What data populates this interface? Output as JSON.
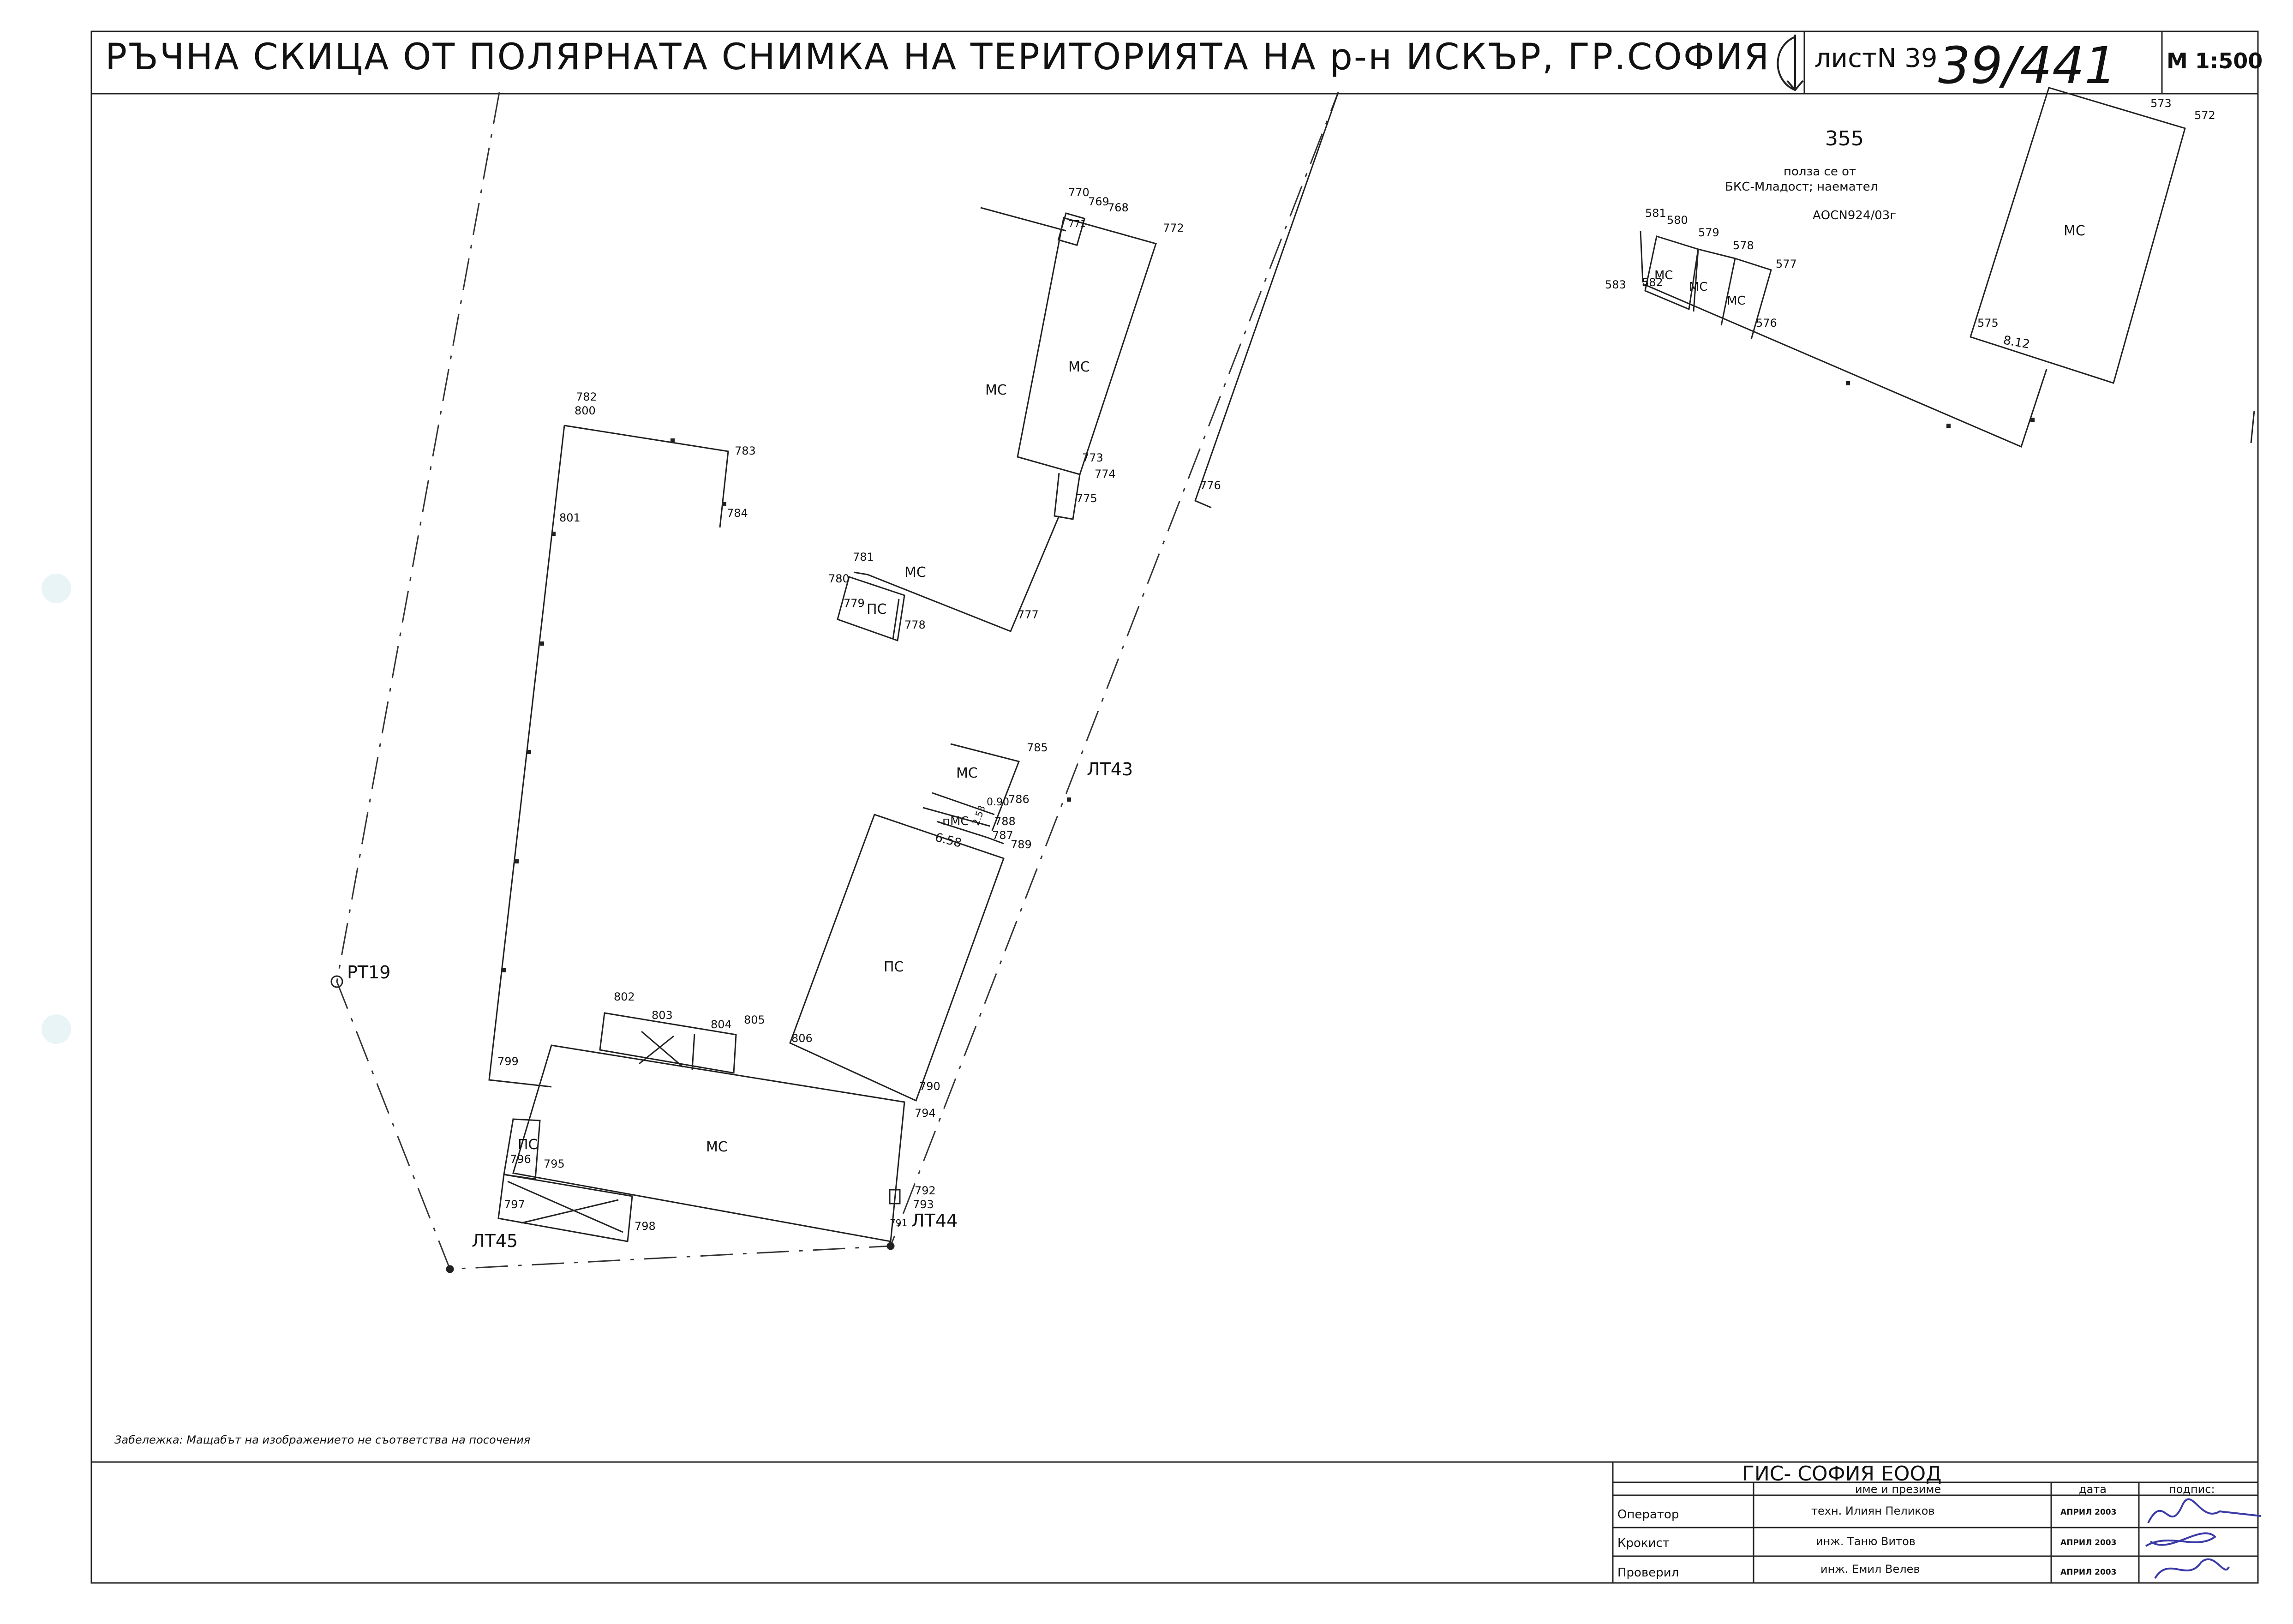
{
  "header": {
    "title": "РЪЧНА СКИЦА ОТ ПОЛЯРНАТА СНИМКА НА ТЕРИТОРИЯТА НА р-н ИСКЪР, ГР.СОФИЯ",
    "sheet_label": "листN 39",
    "sheet_handwritten": "39/441",
    "scale": "M 1:500"
  },
  "note": "Забележка: Мащабът на изображението не съответства на посочения",
  "parcel_355": {
    "number": "355",
    "use_line1": "полза се от",
    "use_line2": "БКС-Младост; наемател",
    "ref": "АОСN924/03г"
  },
  "building_labels": {
    "ms_top": "МС",
    "ms_left": "МС",
    "ms_781": "МС",
    "ps_779": "ПС",
    "ms_785": "МС",
    "pms_788": "пМС",
    "ps_big": "ПС",
    "ms_big": "МС",
    "ps_796": "ПС",
    "ms_582": "МС",
    "ms_579": "МС",
    "ms_578": "МС",
    "ms_right": "МС"
  },
  "points": {
    "p572": "572",
    "p573": "573",
    "p575": "575",
    "p576": "576",
    "p577": "577",
    "p578": "578",
    "p579": "579",
    "p580": "580",
    "p581": "581",
    "p582": "582",
    "p583": "583",
    "p768": "768",
    "p769": "769",
    "p770": "770",
    "p771": "771",
    "p772": "772",
    "p773": "773",
    "p774": "774",
    "p775": "775",
    "p776": "776",
    "p777": "777",
    "p778": "778",
    "p779": "779",
    "p780": "780",
    "p781": "781",
    "p782": "782",
    "p783": "783",
    "p784": "784",
    "p785": "785",
    "p786": "786",
    "p787": "787",
    "p788": "788",
    "p789": "789",
    "p790": "790",
    "p792": "792",
    "p793": "793",
    "p794": "794",
    "p795": "795",
    "p796": "796",
    "p797": "797",
    "p798": "798",
    "p799": "799",
    "p800": "800",
    "p801": "801",
    "p802": "802",
    "p803": "803",
    "p804": "804",
    "p805": "805",
    "p806": "806",
    "p791": "791"
  },
  "control_points": {
    "lt43": "ЛТ43",
    "lt44": "ЛТ44",
    "lt45": "ЛТ45",
    "pt19": "РТ19"
  },
  "dimensions": {
    "d812": "8.12",
    "d658": "6.58",
    "d090": "0.90",
    "d253": "2.53"
  },
  "title_block": {
    "company": "ГИС- СОФИЯ ЕООД",
    "col_name": "име и презиме",
    "col_date": "дата",
    "col_sign": "подпис:",
    "rows": [
      {
        "role": "Оператор",
        "name": "техн. Илиян Пеликов",
        "date": "АПРИЛ 2003"
      },
      {
        "role": "Крокист",
        "name": "инж. Таню Витов",
        "date": "АПРИЛ 2003"
      },
      {
        "role": "Проверил",
        "name": "инж. Емил Велев",
        "date": "АПРИЛ 2003"
      }
    ]
  }
}
